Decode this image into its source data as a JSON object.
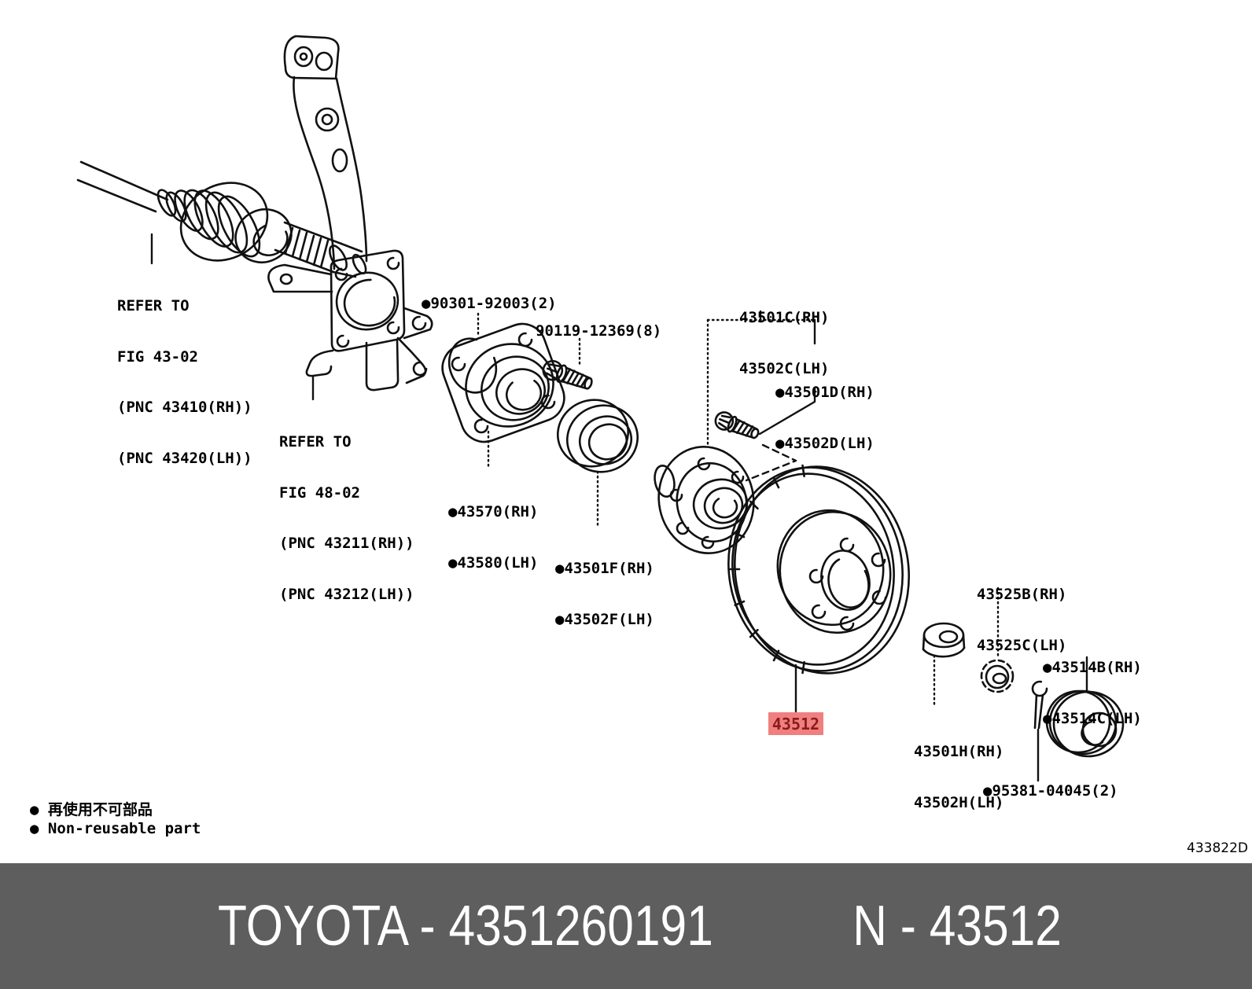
{
  "labels": {
    "refer_fig_43_02": {
      "lines": [
        "REFER TO",
        "FIG 43-02",
        "(PNC 43410(RH))",
        "(PNC 43420(LH))"
      ]
    },
    "refer_fig_48_02": {
      "lines": [
        "REFER TO",
        "FIG 48-02",
        "(PNC 43211(RH))",
        "(PNC 43212(LH))"
      ]
    },
    "p90301": {
      "text": "●90301-92003(2)"
    },
    "p90119": {
      "text": "90119-12369(8)"
    },
    "p43501C": {
      "lines": [
        "43501C(RH)",
        "43502C(LH)"
      ]
    },
    "p43501D": {
      "lines": [
        "●43501D(RH)",
        "●43502D(LH)"
      ]
    },
    "p43570": {
      "lines": [
        "●43570(RH)",
        "●43580(LH)"
      ]
    },
    "p43501F": {
      "lines": [
        "●43501F(RH)",
        "●43502F(LH)"
      ]
    },
    "p43525B": {
      "lines": [
        "43525B(RH)",
        "43525C(LH)"
      ]
    },
    "p43514B": {
      "lines": [
        "●43514B(RH)",
        "●43514C(LH)"
      ]
    },
    "p43501H": {
      "lines": [
        "43501H(RH)",
        "43502H(LH)"
      ]
    },
    "p95381": {
      "text": "●95381-04045(2)"
    }
  },
  "highlight": {
    "part": "43512",
    "bg": "#f08080",
    "fg": "#8b1a1a"
  },
  "legend": {
    "line1": "● 再使用不可部品",
    "line2": "● Non-reusable part"
  },
  "figure_code": "433822D",
  "footer": {
    "left": "TOYOTA - 4351260191",
    "right": "N - 43512",
    "bg": "#5e5e5e"
  }
}
